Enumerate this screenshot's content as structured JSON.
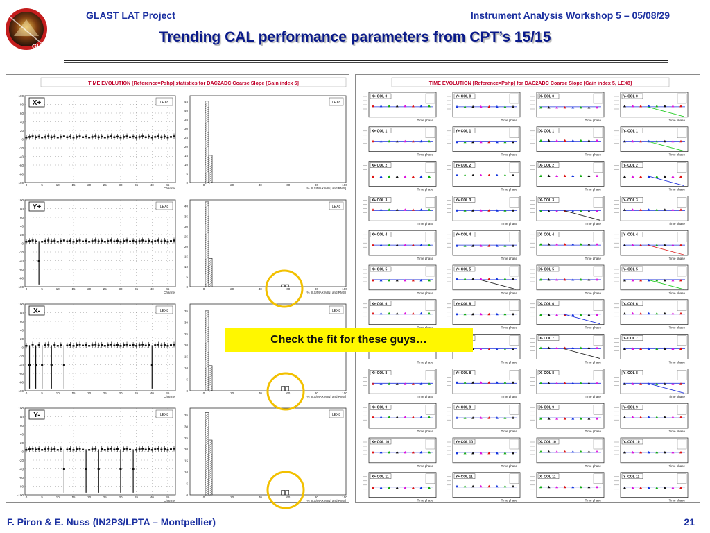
{
  "header": {
    "left": "GLAST LAT Project",
    "right": "Instrument Analysis Workshop 5 – 05/08/29",
    "title": "Trending CAL performance parameters from CPT’s 15/15"
  },
  "logo": {
    "text": "GLAST"
  },
  "left_panel": {
    "title": "TIME EVOLUTION [Reference=Pshp] statistics for DAC2ADC Coarse Slope [Gain index 5]",
    "legend_label": "LEX8",
    "x_axis_label": "Channel",
    "hist_x_axis_label": "% [ILS/MAX-MIN] and RMS]",
    "y_ticks": [
      "100",
      "80",
      "60",
      "40",
      "20",
      "0",
      "-20",
      "-40",
      "-60",
      "-80",
      "-100"
    ],
    "x_ticks": [
      "0",
      "5",
      "10",
      "15",
      "20",
      "25",
      "30",
      "35",
      "40",
      "45"
    ],
    "hist_x_ticks": [
      "0",
      "20",
      "40",
      "60",
      "80",
      "100"
    ],
    "rows": [
      {
        "label": "X+",
        "hist_y_ticks": [
          "45",
          "40",
          "35",
          "30",
          "25",
          "20",
          "15",
          "10",
          "5",
          "0"
        ],
        "dips": [],
        "hist_bars": [
          45,
          15
        ],
        "outliers": []
      },
      {
        "label": "Y+",
        "hist_y_ticks": [
          "40",
          "35",
          "30",
          "25",
          "20",
          "15",
          "10",
          "5",
          "0"
        ],
        "dips": [
          4
        ],
        "hist_bars": [
          42,
          14
        ],
        "outliers": [
          1,
          1
        ]
      },
      {
        "label": "X-",
        "hist_y_ticks": [
          "35",
          "30",
          "25",
          "20",
          "15",
          "10",
          "5",
          "0"
        ],
        "dips": [
          1,
          3,
          5,
          8,
          12,
          40
        ],
        "hist_bars": [
          35,
          11
        ],
        "outliers": [
          2,
          2
        ]
      },
      {
        "label": "Y-",
        "hist_y_ticks": [
          "35",
          "30",
          "25",
          "20",
          "15",
          "10",
          "5",
          "0"
        ],
        "dips": [
          12,
          19,
          23,
          30,
          34
        ],
        "hist_bars": [
          36,
          24
        ],
        "outliers": [
          2,
          2
        ]
      }
    ]
  },
  "right_panel": {
    "title": "TIME EVOLUTION [Reference=Pshp] for DAC2ADC Coarse Slope [Gain index 5, LEX8]",
    "x_axis_label": "Time phase",
    "column_prefixes": [
      "X+ COL",
      "Y+ COL",
      "X- COL",
      "Y- COL"
    ],
    "rows": 12,
    "sloped_cells": [
      {
        "row": 0,
        "col": 3,
        "color": "#22cc22"
      },
      {
        "row": 1,
        "col": 3,
        "color": "#22cc22"
      },
      {
        "row": 2,
        "col": 3,
        "color": "#2233dd"
      },
      {
        "row": 3,
        "col": 2,
        "color": "#222222"
      },
      {
        "row": 4,
        "col": 3,
        "color": "#dd2222"
      },
      {
        "row": 5,
        "col": 1,
        "color": "#222222"
      },
      {
        "row": 5,
        "col": 3,
        "color": "#22cc22"
      },
      {
        "row": 6,
        "col": 2,
        "color": "#2233dd"
      },
      {
        "row": 7,
        "col": 2,
        "color": "#222222"
      },
      {
        "row": 8,
        "col": 3,
        "color": "#2233dd"
      }
    ]
  },
  "annotation": {
    "text": "Check the fit for these guys…"
  },
  "footer": {
    "left": "F. Piron & E. Nuss  (IN2P3/LPTA – Montpellier)",
    "page": "21"
  },
  "colors": {
    "header_text": "#1a2fa0",
    "title_text": "#0a1a8a",
    "highlight": "#f2c000",
    "banner": "#fff700"
  }
}
